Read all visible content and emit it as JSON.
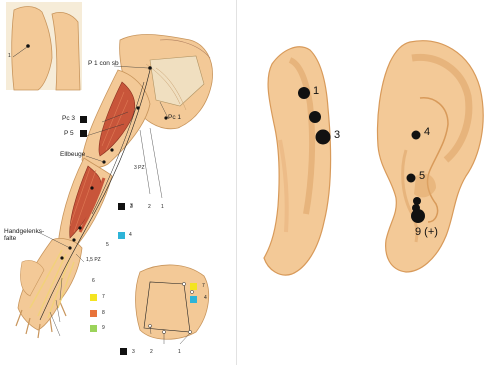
{
  "colors": {
    "skin": "#f3c997",
    "skin_dark": "#e0a76a",
    "muscle": "#c8553a",
    "muscle_light": "#e07a55",
    "bone": "#f0e4c8",
    "tendon": "#f2d27a",
    "bg_inset": "#f6ecd8",
    "acupoint": "#111111",
    "square_black": "#111111",
    "square_cyan": "#2eb4d8",
    "square_yellow": "#f4e421",
    "square_orange": "#e8733a",
    "square_green": "#9bd35a"
  },
  "arm_panel": {
    "inset_label": "1",
    "labels": {
      "p1_con_sb": "P 1 con sb",
      "pc3": "Pc 3",
      "p5": "P 5",
      "ellbeuge": "Ellbeuge",
      "pc1": "Pc 1",
      "three_pz": "3 PZ",
      "handgelenks_falte": "Handgelenks-\nfalte",
      "one_5_pz": "1,5 PZ",
      "line_1": "1",
      "line_2": "2",
      "line_3": "3",
      "line_5": "5",
      "line_6": "6",
      "line_7": "7",
      "line_8": "8",
      "line_9": "9",
      "sq4": "4",
      "sq3": "3",
      "elbow_inset_7": "7",
      "elbow_inset_4": "4",
      "elbow_inset_3": "3",
      "elbow_inset_2": "2",
      "elbow_inset_1": "1"
    }
  },
  "ear_panel": {
    "points": [
      {
        "label": "1"
      },
      {
        "label": "3"
      },
      {
        "label": "4"
      },
      {
        "label": "5"
      },
      {
        "label": "9 (+)"
      }
    ]
  }
}
